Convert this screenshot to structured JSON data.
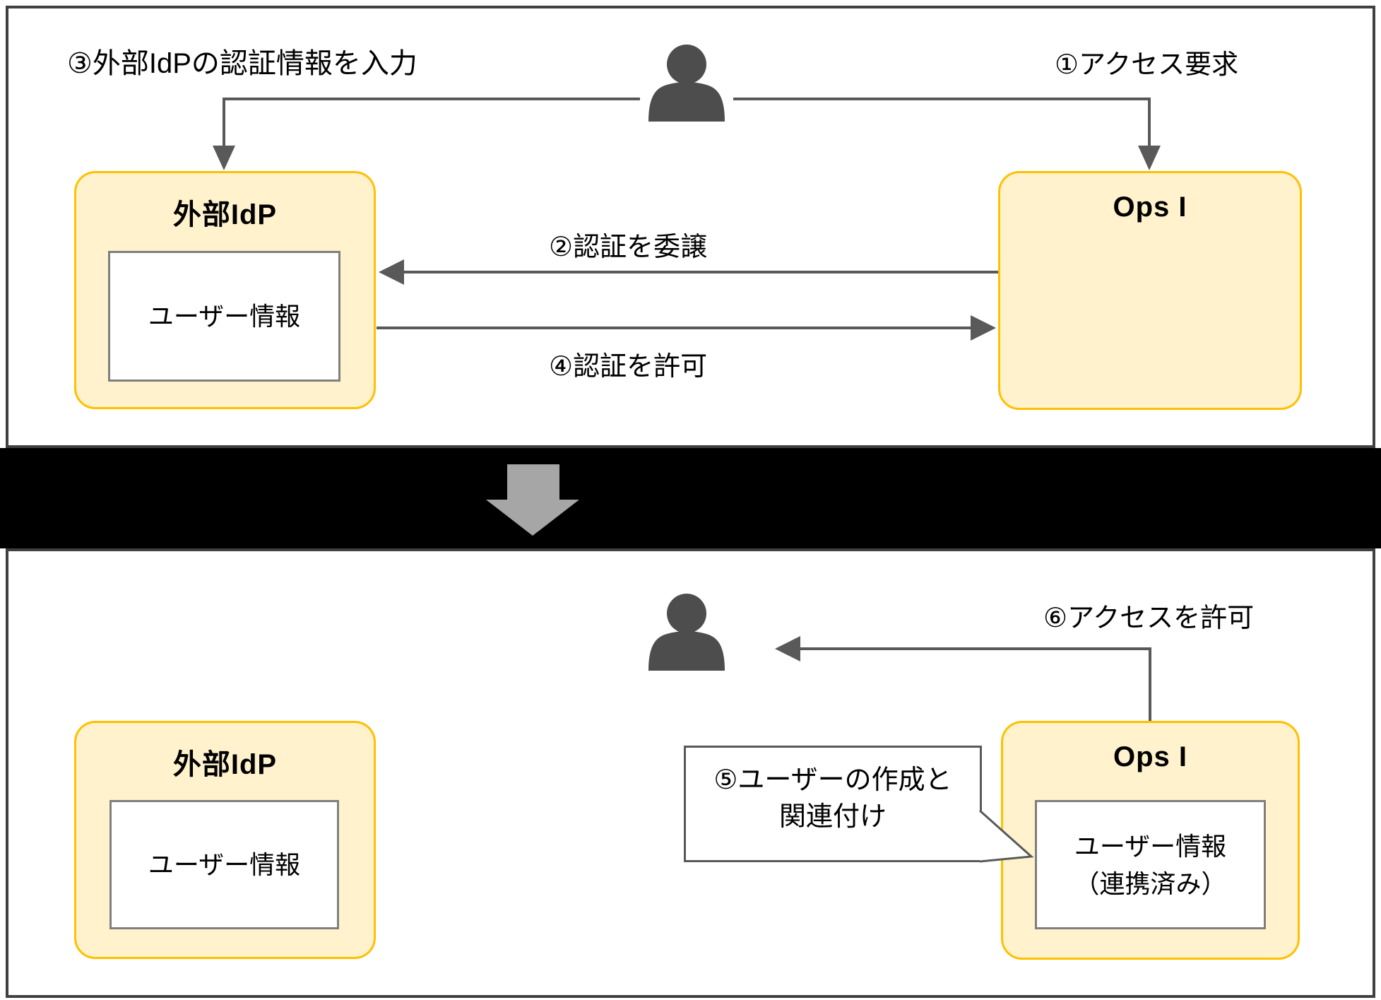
{
  "top_panel": {
    "label_step3": "③外部IdPの認証情報を入力",
    "label_step1": "①アクセス要求",
    "label_step2": "②認証を委譲",
    "label_step4": "④認証を許可",
    "idp_box": {
      "title": "外部IdP",
      "inner_text": "ユーザー情報"
    },
    "ops_box": {
      "title": "Ops I"
    }
  },
  "bottom_panel": {
    "label_step6": "⑥アクセスを許可",
    "bubble_step5": {
      "line1": "⑤ユーザーの作成と",
      "line2": "関連付け"
    },
    "idp_box": {
      "title": "外部IdP",
      "inner_text": "ユーザー情報"
    },
    "ops_box": {
      "title": "Ops I",
      "inner_line1": "ユーザー情報",
      "inner_line2": "（連携済み）"
    }
  },
  "colors": {
    "box_fill": "#FFF2CC",
    "box_border": "#FFC000",
    "inner_border": "#7F7F7F",
    "arrow_gray": "#595959",
    "panel_border": "#404040",
    "divider_band": "#000000",
    "band_arrow": "#A6A6A6",
    "person_icon": "#4D4D4D"
  }
}
